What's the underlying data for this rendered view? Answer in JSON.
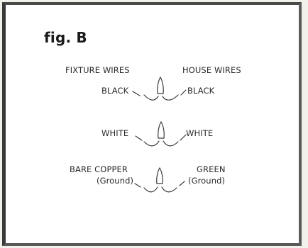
{
  "figure": {
    "title": "fig. B",
    "left_header": "FIXTURE WIRES",
    "right_header": "HOUSE WIRES"
  },
  "connections": [
    {
      "left": "BLACK",
      "right": "BLACK"
    },
    {
      "left": "WHITE",
      "right": "WHITE"
    },
    {
      "left_line1": "BARE COPPER",
      "left_line2": "(Ground)",
      "right_line1": "GREEN",
      "right_line2": "(Ground)"
    }
  ],
  "colors": {
    "line": "#3a3a3a",
    "text": "#2a2a2a",
    "frame": "#3a3a3a",
    "background": "#ffffff"
  }
}
